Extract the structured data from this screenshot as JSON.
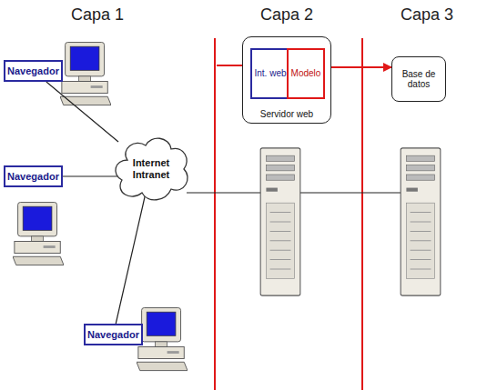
{
  "diagram": {
    "nodes": [
      {
        "text": [
          "Navegador"
        ]
      },
      {
        "text": [
          "Navegador"
        ]
      },
      {
        "text": [
          "Navegador"
        ]
      },
      {
        "text": [
          "Internet Intranet"
        ]
      },
      {
        "text": [
          "Servidor web"
        ]
      },
      {
        "text": [
          "Int. web"
        ],
        "in": 4
      },
      {
        "text": [
          "Modelo"
        ],
        "in": 4
      },
      {
        "text": [
          "Base de datos"
        ]
      }
    ],
    "edges": [
      {
        "from": 0,
        "to": 3,
        "arrow": "none"
      },
      {
        "from": 1,
        "to": 3,
        "arrow": "none"
      },
      {
        "from": 2,
        "to": 3,
        "arrow": "none"
      },
      {
        "from": 6,
        "to": 7,
        "arrow": "to"
      }
    ],
    "labels": [
      "Capa 1",
      "Capa 2",
      "Capa 3"
    ]
  }
}
